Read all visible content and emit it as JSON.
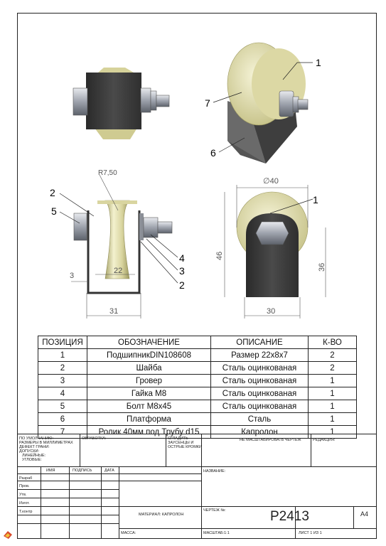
{
  "drawing": {
    "callouts": {
      "top_right_1": "1",
      "top_right_7": "7",
      "top_right_6": "6",
      "front_2_top": "2",
      "front_5": "5",
      "front_4": "4",
      "front_3": "3",
      "front_2_bottom": "2",
      "side_1": "1"
    },
    "dims": {
      "radius": "R7,50",
      "gap": "3",
      "width_inner": "22",
      "width_total": "31",
      "diameter": "∅40",
      "height_46": "46",
      "height_36": "36",
      "base_30": "30"
    }
  },
  "bom": {
    "headers": [
      "ПОЗИЦИЯ",
      "ОБОЗНАЧЕНИЕ",
      "ОПИСАНИЕ",
      "К-ВО"
    ],
    "rows": [
      {
        "pos": "1",
        "name": "ПодшипникDIN108608",
        "desc": "Размер 22x8x7",
        "qty": "2"
      },
      {
        "pos": "2",
        "name": "Шайба",
        "desc": "Сталь оцинкованая",
        "qty": "2"
      },
      {
        "pos": "3",
        "name": "Гровер",
        "desc": "Сталь оцинкованая",
        "qty": "1"
      },
      {
        "pos": "4",
        "name": "Гайка М8",
        "desc": "Сталь оцинкованая",
        "qty": "1"
      },
      {
        "pos": "5",
        "name": "Болт М8x45",
        "desc": "Сталь оцинкованая",
        "qty": "1"
      },
      {
        "pos": "6",
        "name": "Платформа",
        "desc": "Сталь",
        "qty": "1"
      },
      {
        "pos": "7",
        "name": "Ролик 40мм под Трубу d15",
        "desc": "Капролон",
        "qty": "1"
      }
    ]
  },
  "title_block": {
    "default_note": [
      "ПО УМОЛЧАНИЮ:",
      "РАЗМЕРЫ В МИЛЛИМЕТРАХ",
      "ДЕФЕКТ ГРАНИ:",
      "ДОПУСКИ:",
      "ЛИНЕЙНЫЕ:",
      "УГЛОВЫЕ:"
    ],
    "finish": "ОБРАБОТКА:",
    "deburr": [
      "СГЛАДИТЬ",
      "ЗАУСЕНЦЫ И",
      "ОСТРЫЕ КРОМКИ"
    ],
    "no_scale": "НЕ МАСШТАБИРОВАТЬ ЧЕРТЕЖ",
    "revision": "РЕДАКЦИЯ:",
    "name_col": "ИМЯ",
    "sign_col": "ПОДПИСЬ",
    "date_col": "ДАТА",
    "title_label": "НАЗВАНИЕ:",
    "roles": [
      "Разраб",
      "Пров.",
      "Утв.",
      "Изгот.",
      "Т.контр"
    ],
    "material": "МАТЕРИАЛ: КАПРОЛОН",
    "drawing_no_label": "ЧЕРТЕЖ №:",
    "drawing_no": "P2413",
    "sheet_format": "A4",
    "mass": "МАССА:",
    "scale": "МАСШТАБ:1:1",
    "sheet": "ЛИСТ 1 ИЗ 1"
  },
  "colors": {
    "roller": "#e6e3b4",
    "roller_shade": "#b9b47a",
    "platform": "#3a3a3a",
    "bolt": "#b8bcc4"
  }
}
